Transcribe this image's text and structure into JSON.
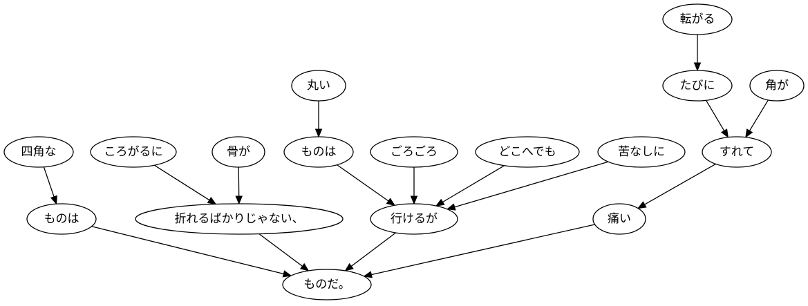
{
  "diagram": {
    "type": "dependency-tree",
    "nodes": [
      {
        "id": "n_korogaru",
        "label": "転がる"
      },
      {
        "id": "n_marui",
        "label": "丸い"
      },
      {
        "id": "n_tabini",
        "label": "たびに"
      },
      {
        "id": "n_kadoga",
        "label": "角が"
      },
      {
        "id": "n_shikakuna",
        "label": "四角な"
      },
      {
        "id": "n_korogaruni",
        "label": "ころがるに"
      },
      {
        "id": "n_honega",
        "label": "骨が"
      },
      {
        "id": "n_mono_wa_mid",
        "label": "ものは"
      },
      {
        "id": "n_gorogoro",
        "label": "ごろごろ"
      },
      {
        "id": "n_dokohedemo",
        "label": "どこへでも"
      },
      {
        "id": "n_kurushinashini",
        "label": "苦なしに"
      },
      {
        "id": "n_surete",
        "label": "すれて"
      },
      {
        "id": "n_mono_wa_left",
        "label": "ものは"
      },
      {
        "id": "n_oreru",
        "label": "折れるばかりじゃない、"
      },
      {
        "id": "n_ikeruga",
        "label": "行けるが"
      },
      {
        "id": "n_itai",
        "label": "痛い"
      },
      {
        "id": "n_monoda",
        "label": "ものだ。"
      }
    ],
    "edges": [
      {
        "from": "n_korogaru",
        "to": "n_tabini"
      },
      {
        "from": "n_marui",
        "to": "n_mono_wa_mid"
      },
      {
        "from": "n_tabini",
        "to": "n_surete"
      },
      {
        "from": "n_kadoga",
        "to": "n_surete"
      },
      {
        "from": "n_shikakuna",
        "to": "n_mono_wa_left"
      },
      {
        "from": "n_korogaruni",
        "to": "n_oreru"
      },
      {
        "from": "n_honega",
        "to": "n_oreru"
      },
      {
        "from": "n_mono_wa_mid",
        "to": "n_ikeruga"
      },
      {
        "from": "n_gorogoro",
        "to": "n_ikeruga"
      },
      {
        "from": "n_dokohedemo",
        "to": "n_ikeruga"
      },
      {
        "from": "n_kurushinashini",
        "to": "n_ikeruga"
      },
      {
        "from": "n_surete",
        "to": "n_itai"
      },
      {
        "from": "n_mono_wa_left",
        "to": "n_monoda"
      },
      {
        "from": "n_oreru",
        "to": "n_monoda"
      },
      {
        "from": "n_ikeruga",
        "to": "n_monoda"
      },
      {
        "from": "n_itai",
        "to": "n_monoda"
      }
    ]
  }
}
